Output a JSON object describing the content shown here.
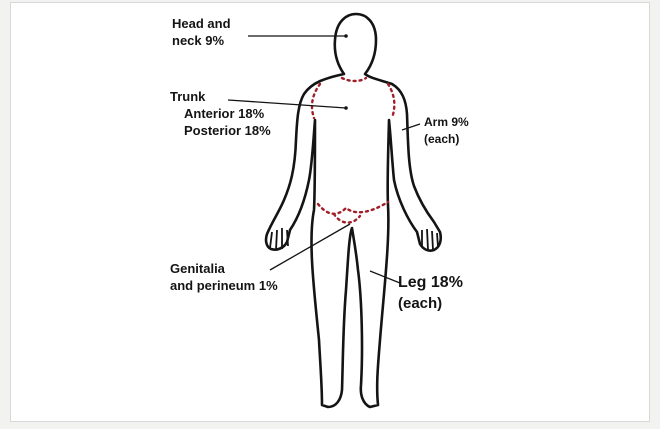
{
  "labels": {
    "head": [
      "Head and",
      "neck 9%"
    ],
    "trunk_title": "Trunk",
    "trunk_anterior": "Anterior 18%",
    "trunk_posterior": "Posterior 18%",
    "arm": [
      "Arm 9%",
      "(each)"
    ],
    "genitalia": [
      "Genitalia",
      "and perineum 1%"
    ],
    "leg": [
      "Leg 18%",
      "(each)"
    ]
  },
  "colors": {
    "outline": "#141414",
    "region_dots": "#a01f28",
    "background": "#ffffff"
  }
}
